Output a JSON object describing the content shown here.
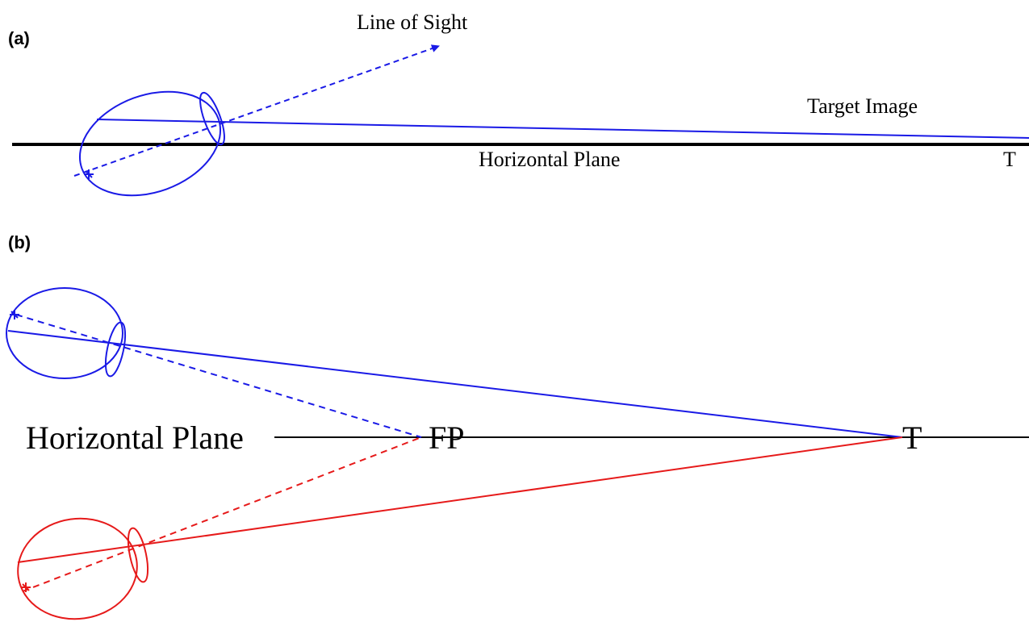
{
  "colors": {
    "eye_a": "#1a1ae6",
    "eye_b_top": "#1a1ae6",
    "eye_b_bottom": "#e61a1a",
    "plane": "#000000"
  },
  "panel_a": {
    "label": "(a)",
    "line_of_sight_label": "Line of Sight",
    "target_image_label": "Target Image",
    "plane_label": "Horizontal Plane",
    "target_label": "T"
  },
  "panel_b": {
    "label": "(b)",
    "plane_label": "Horizontal Plane",
    "fixation_label": "FP",
    "target_label": "T"
  }
}
